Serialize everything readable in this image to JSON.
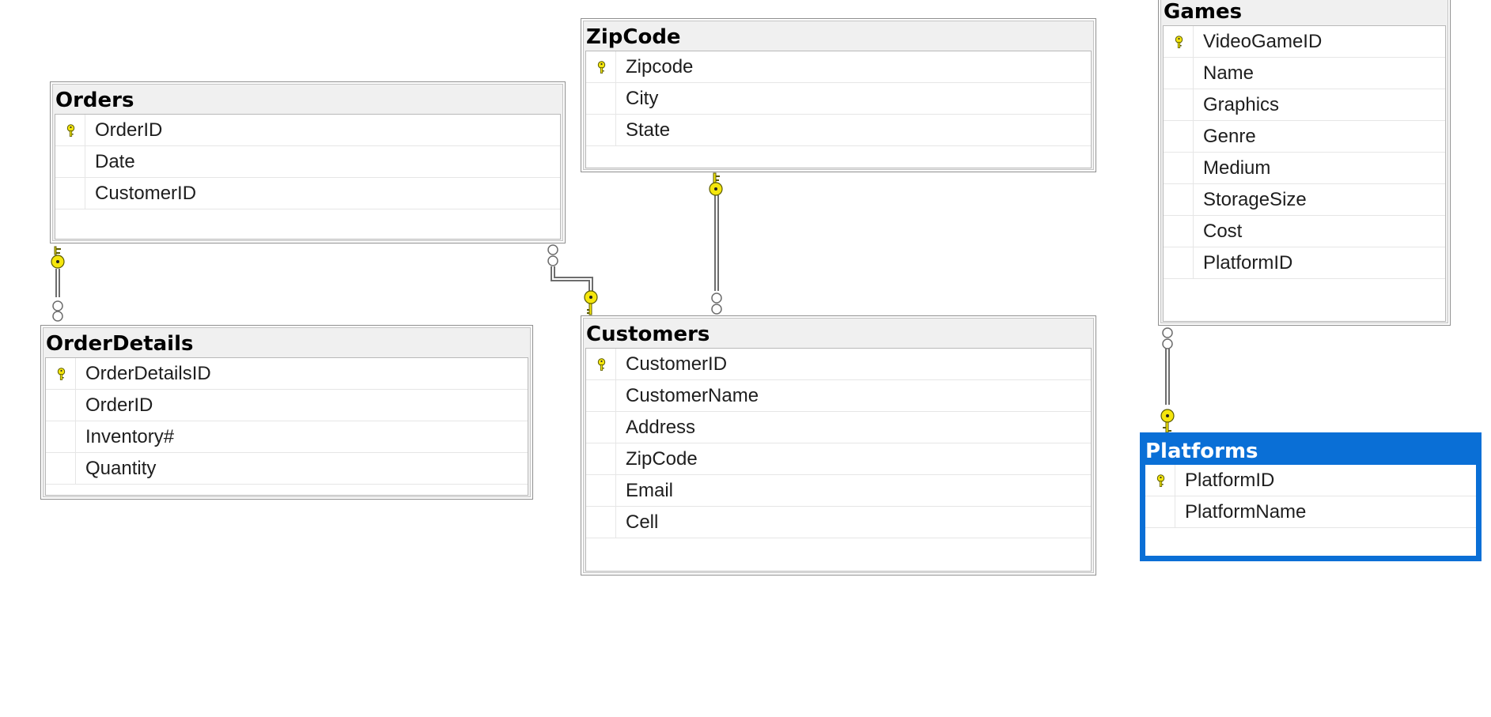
{
  "colors": {
    "key_fill": "#f5e60c",
    "key_stroke": "#5a5a00",
    "selection": "#0a6fd6"
  },
  "entities": {
    "orders": {
      "title": "Orders",
      "columns": [
        "OrderID",
        "Date",
        "CustomerID"
      ],
      "primary_key": "OrderID"
    },
    "order_details": {
      "title": "OrderDetails",
      "columns": [
        "OrderDetailsID",
        "OrderID",
        "Inventory#",
        "Quantity"
      ],
      "primary_key": "OrderDetailsID"
    },
    "zipcode": {
      "title": "ZipCode",
      "columns": [
        "Zipcode",
        "City",
        "State"
      ],
      "primary_key": "Zipcode"
    },
    "customers": {
      "title": "Customers",
      "columns": [
        "CustomerID",
        "CustomerName",
        "Address",
        "ZipCode",
        "Email",
        "Cell"
      ],
      "primary_key": "CustomerID"
    },
    "games": {
      "title": "Games",
      "columns": [
        "VideoGameID",
        "Name",
        "Graphics",
        "Genre",
        "Medium",
        "StorageSize",
        "Cost",
        "PlatformID"
      ],
      "primary_key": "VideoGameID"
    },
    "platforms": {
      "title": "Platforms",
      "columns": [
        "PlatformID",
        "PlatformName"
      ],
      "primary_key": "PlatformID",
      "selected": true
    }
  },
  "relationships": [
    {
      "one": "orders",
      "many": "order_details"
    },
    {
      "one": "customers",
      "many": "orders"
    },
    {
      "one": "zipcode",
      "many": "customers"
    },
    {
      "one": "platforms",
      "many": "games"
    }
  ]
}
